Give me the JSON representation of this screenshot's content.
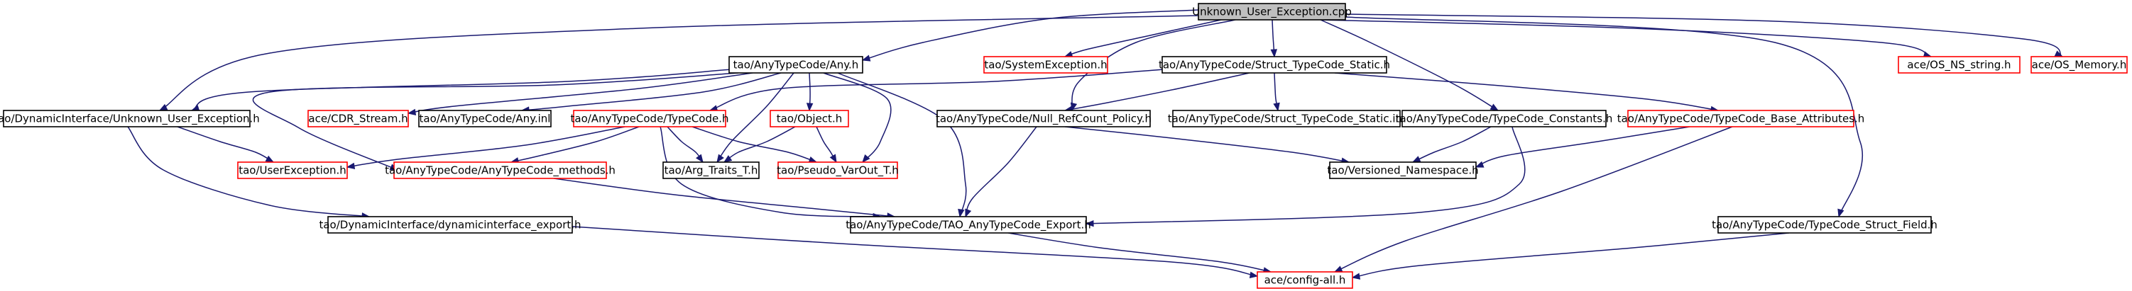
{
  "diagram": {
    "colors": {
      "root_fill": "#bfbfbf",
      "documented_border": "#000000",
      "undocumented_border": "#ff0000",
      "edge": "#191970",
      "background": "#ffffff"
    },
    "nodes": [
      {
        "id": "root",
        "label": "Unknown_User_Exception.cpp",
        "style": "root"
      },
      {
        "id": "any_h",
        "label": "tao/AnyTypeCode/Any.h",
        "style": "documented"
      },
      {
        "id": "sysexc",
        "label": "tao/SystemException.h",
        "style": "undocumented"
      },
      {
        "id": "sts_h",
        "label": "tao/AnyTypeCode/Struct_TypeCode_Static.h",
        "style": "documented"
      },
      {
        "id": "os_ns",
        "label": "ace/OS_NS_string.h",
        "style": "undocumented"
      },
      {
        "id": "os_mem",
        "label": "ace/OS_Memory.h",
        "style": "undocumented"
      },
      {
        "id": "diue_h",
        "label": "tao/DynamicInterface/Unknown_User_Exception.h",
        "style": "documented"
      },
      {
        "id": "cdr",
        "label": "ace/CDR_Stream.h",
        "style": "undocumented"
      },
      {
        "id": "any_inl",
        "label": "tao/AnyTypeCode/Any.inl",
        "style": "documented"
      },
      {
        "id": "typecode_h",
        "label": "tao/AnyTypeCode/TypeCode.h",
        "style": "undocumented"
      },
      {
        "id": "object_h",
        "label": "tao/Object.h",
        "style": "undocumented"
      },
      {
        "id": "nullref",
        "label": "tao/AnyTypeCode/Null_RefCount_Policy.h",
        "style": "documented"
      },
      {
        "id": "sts_inl",
        "label": "tao/AnyTypeCode/Struct_TypeCode_Static.inl",
        "style": "documented"
      },
      {
        "id": "tcconst",
        "label": "tao/AnyTypeCode/TypeCode_Constants.h",
        "style": "documented"
      },
      {
        "id": "tcbase",
        "label": "tao/AnyTypeCode/TypeCode_Base_Attributes.h",
        "style": "undocumented"
      },
      {
        "id": "userexc",
        "label": "tao/UserException.h",
        "style": "undocumented"
      },
      {
        "id": "anymethods",
        "label": "tao/AnyTypeCode/AnyTypeCode_methods.h",
        "style": "undocumented"
      },
      {
        "id": "argtraits",
        "label": "tao/Arg_Traits_T.h",
        "style": "documented"
      },
      {
        "id": "pseudo",
        "label": "tao/Pseudo_VarOut_T.h",
        "style": "undocumented"
      },
      {
        "id": "versioned",
        "label": "tao/Versioned_Namespace.h",
        "style": "documented"
      },
      {
        "id": "diexport",
        "label": "tao/DynamicInterface/dynamicinterface_export.h",
        "style": "documented"
      },
      {
        "id": "taoexport",
        "label": "tao/AnyTypeCode/TAO_AnyTypeCode_Export.h",
        "style": "documented"
      },
      {
        "id": "structfield",
        "label": "tao/AnyTypeCode/TypeCode_Struct_Field.h",
        "style": "documented"
      },
      {
        "id": "configall",
        "label": "ace/config-all.h",
        "style": "undocumented"
      }
    ],
    "edges": [
      {
        "from": "root",
        "to": "any_h"
      },
      {
        "from": "root",
        "to": "sysexc"
      },
      {
        "from": "root",
        "to": "sts_h"
      },
      {
        "from": "root",
        "to": "os_ns"
      },
      {
        "from": "root",
        "to": "os_mem"
      },
      {
        "from": "root",
        "to": "diue_h"
      },
      {
        "from": "root",
        "to": "nullref"
      },
      {
        "from": "root",
        "to": "tcconst"
      },
      {
        "from": "root",
        "to": "structfield"
      },
      {
        "from": "any_h",
        "to": "diue_h"
      },
      {
        "from": "any_h",
        "to": "cdr"
      },
      {
        "from": "any_h",
        "to": "any_inl"
      },
      {
        "from": "any_h",
        "to": "object_h"
      },
      {
        "from": "any_h",
        "to": "anymethods"
      },
      {
        "from": "any_h",
        "to": "argtraits"
      },
      {
        "from": "any_h",
        "to": "pseudo"
      },
      {
        "from": "any_h",
        "to": "taoexport"
      },
      {
        "from": "sts_h",
        "to": "typecode_h"
      },
      {
        "from": "sts_h",
        "to": "nullref"
      },
      {
        "from": "sts_h",
        "to": "sts_inl"
      },
      {
        "from": "sts_h",
        "to": "tcbase"
      },
      {
        "from": "diue_h",
        "to": "userexc"
      },
      {
        "from": "diue_h",
        "to": "diexport"
      },
      {
        "from": "typecode_h",
        "to": "userexc"
      },
      {
        "from": "typecode_h",
        "to": "anymethods"
      },
      {
        "from": "typecode_h",
        "to": "argtraits"
      },
      {
        "from": "typecode_h",
        "to": "pseudo"
      },
      {
        "from": "typecode_h",
        "to": "taoexport"
      },
      {
        "from": "object_h",
        "to": "argtraits"
      },
      {
        "from": "object_h",
        "to": "pseudo"
      },
      {
        "from": "nullref",
        "to": "versioned"
      },
      {
        "from": "nullref",
        "to": "taoexport"
      },
      {
        "from": "tcconst",
        "to": "versioned"
      },
      {
        "from": "tcconst",
        "to": "taoexport"
      },
      {
        "from": "tcbase",
        "to": "versioned"
      },
      {
        "from": "tcbase",
        "to": "configall"
      },
      {
        "from": "anymethods",
        "to": "taoexport"
      },
      {
        "from": "diexport",
        "to": "configall"
      },
      {
        "from": "taoexport",
        "to": "configall"
      },
      {
        "from": "structfield",
        "to": "configall"
      }
    ]
  }
}
